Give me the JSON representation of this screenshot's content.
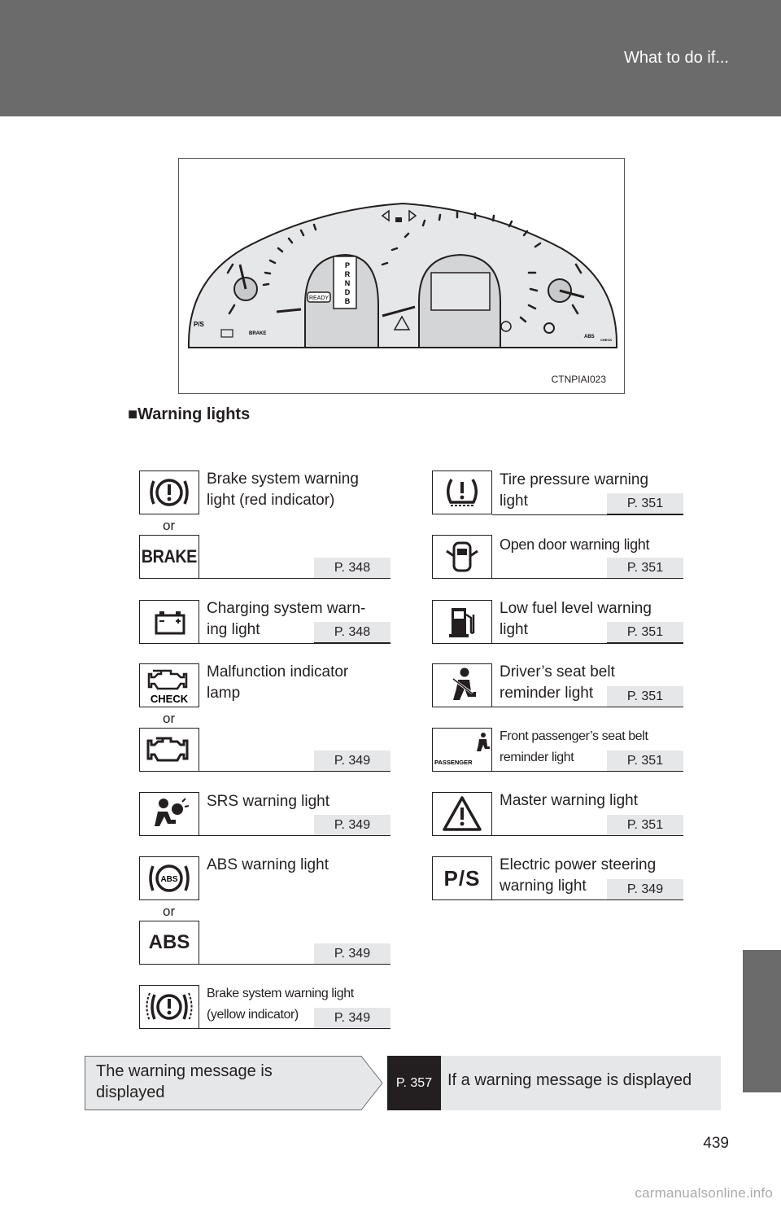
{
  "header": {
    "title": "What to do if..."
  },
  "page_number": "439",
  "watermark": "carmanualsonline.info",
  "illustration": {
    "code": "CTNPIAI023",
    "ready": "READY",
    "gear": [
      "P",
      "R",
      "N",
      "D",
      "B"
    ],
    "ps": "P/S",
    "brake": "BRAKE",
    "abs": "ABS",
    "check": "CHECK"
  },
  "section_title": "■Warning lights",
  "or_text": "or",
  "left_items": [
    {
      "label_line1": "Brake system warning",
      "label_line2": "light (red indicator)",
      "icon": "brake-circle-icon"
    },
    {
      "icon": "brake-text-icon",
      "icon_text": "BRAKE",
      "page_ref": "P. 348"
    },
    {
      "label_line1": "Charging system warn-",
      "label_line2": "ing light",
      "icon": "battery-icon",
      "page_ref": "P. 348"
    },
    {
      "label_line1": "Malfunction indicator",
      "label_line2": "lamp",
      "icon": "engine-check-icon",
      "icon_text": "CHECK"
    },
    {
      "icon": "engine-icon",
      "page_ref": "P. 349"
    },
    {
      "label_line1": "SRS warning light",
      "icon": "airbag-icon",
      "page_ref": "P. 349"
    },
    {
      "label_line1": "ABS warning light",
      "icon": "abs-circle-icon",
      "icon_text": "ABS"
    },
    {
      "icon": "abs-text-icon",
      "icon_text": "ABS",
      "page_ref": "P. 349"
    },
    {
      "label_line1": "Brake system warning light",
      "label_line2": "(yellow indicator)",
      "icon": "brake-yellow-icon",
      "page_ref": "P. 349"
    }
  ],
  "right_items": [
    {
      "label_line1": "Tire pressure warning",
      "label_line2": "light",
      "icon": "tire-pressure-icon",
      "page_ref": "P. 351"
    },
    {
      "label_line1": "Open door warning light",
      "icon": "open-door-icon",
      "page_ref": "P. 351"
    },
    {
      "label_line1": "Low fuel level warning",
      "label_line2": "light",
      "icon": "fuel-pump-icon",
      "page_ref": "P. 351"
    },
    {
      "label_line1": "Driver’s seat belt",
      "label_line2": "reminder light",
      "icon": "seat-belt-icon",
      "page_ref": "P. 351"
    },
    {
      "label_line1": "Front passenger’s seat belt",
      "label_line2": "reminder light",
      "icon": "passenger-seat-belt-icon",
      "icon_text": "PASSENGER",
      "page_ref": "P. 351"
    },
    {
      "label_line1": "Master warning light",
      "icon": "master-warning-icon",
      "page_ref": "P. 351"
    },
    {
      "label_line1": "Electric power steering",
      "label_line2": "warning light",
      "icon": "power-steering-icon",
      "icon_text": "P/S",
      "page_ref": "P. 349"
    }
  ],
  "message_box": {
    "left_text_line1": "The warning message is",
    "left_text_line2": "displayed",
    "page_ref": "P. 357",
    "right_text": "If a warning message is displayed"
  }
}
